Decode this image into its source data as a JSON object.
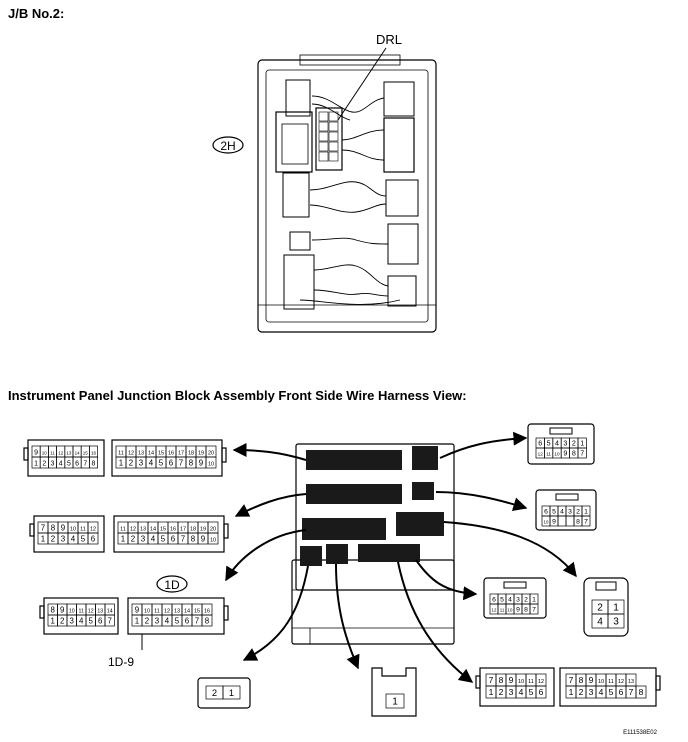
{
  "section1": {
    "title": "J/B No.2:"
  },
  "section2": {
    "title": "Instrument Panel Junction Block Assembly Front Side Wire Harness View:"
  },
  "jb2": {
    "label_2h": "2H",
    "label_drl": "DRL"
  },
  "harness": {
    "label_1d": "1D",
    "label_1d9": "1D-9"
  },
  "footer": {
    "code": "E111538E02"
  },
  "connectors": {
    "c1": {
      "top": [
        "9",
        "10",
        "11",
        "12",
        "13",
        "14",
        "15",
        "16"
      ],
      "bot": [
        "1",
        "2",
        "3",
        "4",
        "5",
        "6",
        "7",
        "8"
      ]
    },
    "c2": {
      "top": [
        "11",
        "12",
        "13",
        "14",
        "15",
        "16",
        "17",
        "18",
        "19",
        "20"
      ],
      "bot": [
        "1",
        "2",
        "3",
        "4",
        "5",
        "6",
        "7",
        "8",
        "9",
        "10"
      ]
    },
    "c3": {
      "top": [
        "7",
        "8",
        "9",
        "10",
        "11",
        "12"
      ],
      "bot": [
        "1",
        "2",
        "3",
        "4",
        "5",
        "6"
      ]
    },
    "c4": {
      "top": [
        "11",
        "12",
        "13",
        "14",
        "15",
        "16",
        "17",
        "18",
        "19",
        "20"
      ],
      "bot": [
        "1",
        "2",
        "3",
        "4",
        "5",
        "6",
        "7",
        "8",
        "9",
        "10"
      ]
    },
    "c5": {
      "top": [
        "8",
        "9",
        "10",
        "11",
        "12",
        "13",
        "14"
      ],
      "bot": [
        "1",
        "2",
        "3",
        "4",
        "5",
        "6",
        "7"
      ]
    },
    "c6": {
      "top": [
        "9",
        "10",
        "11",
        "12",
        "13",
        "14",
        "15",
        "16"
      ],
      "bot": [
        "1",
        "2",
        "3",
        "4",
        "5",
        "6",
        "7",
        "8"
      ]
    },
    "c7": {
      "bot": [
        "2",
        "1"
      ]
    },
    "c8": {
      "bot": [
        "1"
      ]
    },
    "c9": {
      "top": [
        "7",
        "8",
        "9",
        "10",
        "11",
        "12"
      ],
      "bot": [
        "1",
        "2",
        "3",
        "4",
        "5",
        "6"
      ]
    },
    "c10": {
      "top": [
        "7",
        "8",
        "9",
        "10",
        "11",
        "12",
        "13"
      ],
      "bot": [
        "1",
        "2",
        "3",
        "4",
        "5",
        "6",
        "7",
        "8"
      ]
    },
    "r1": {
      "top": [
        "6",
        "5",
        "4",
        "3",
        "2",
        "1"
      ],
      "bot": [
        "12",
        "11",
        "10",
        "9",
        "8",
        "7"
      ]
    },
    "r2": {
      "top": [
        "6",
        "5",
        "4",
        "3",
        "2",
        "1"
      ],
      "bot": [
        "10",
        "9",
        "",
        "",
        "8",
        "7"
      ]
    },
    "r3": {
      "top": [
        "6",
        "5",
        "4",
        "3",
        "2",
        "1"
      ],
      "bot": [
        "12",
        "11",
        "10",
        "9",
        "8",
        "7"
      ]
    },
    "r4": {
      "top": [
        "2",
        "1"
      ],
      "bot": [
        "4",
        "3"
      ]
    }
  }
}
